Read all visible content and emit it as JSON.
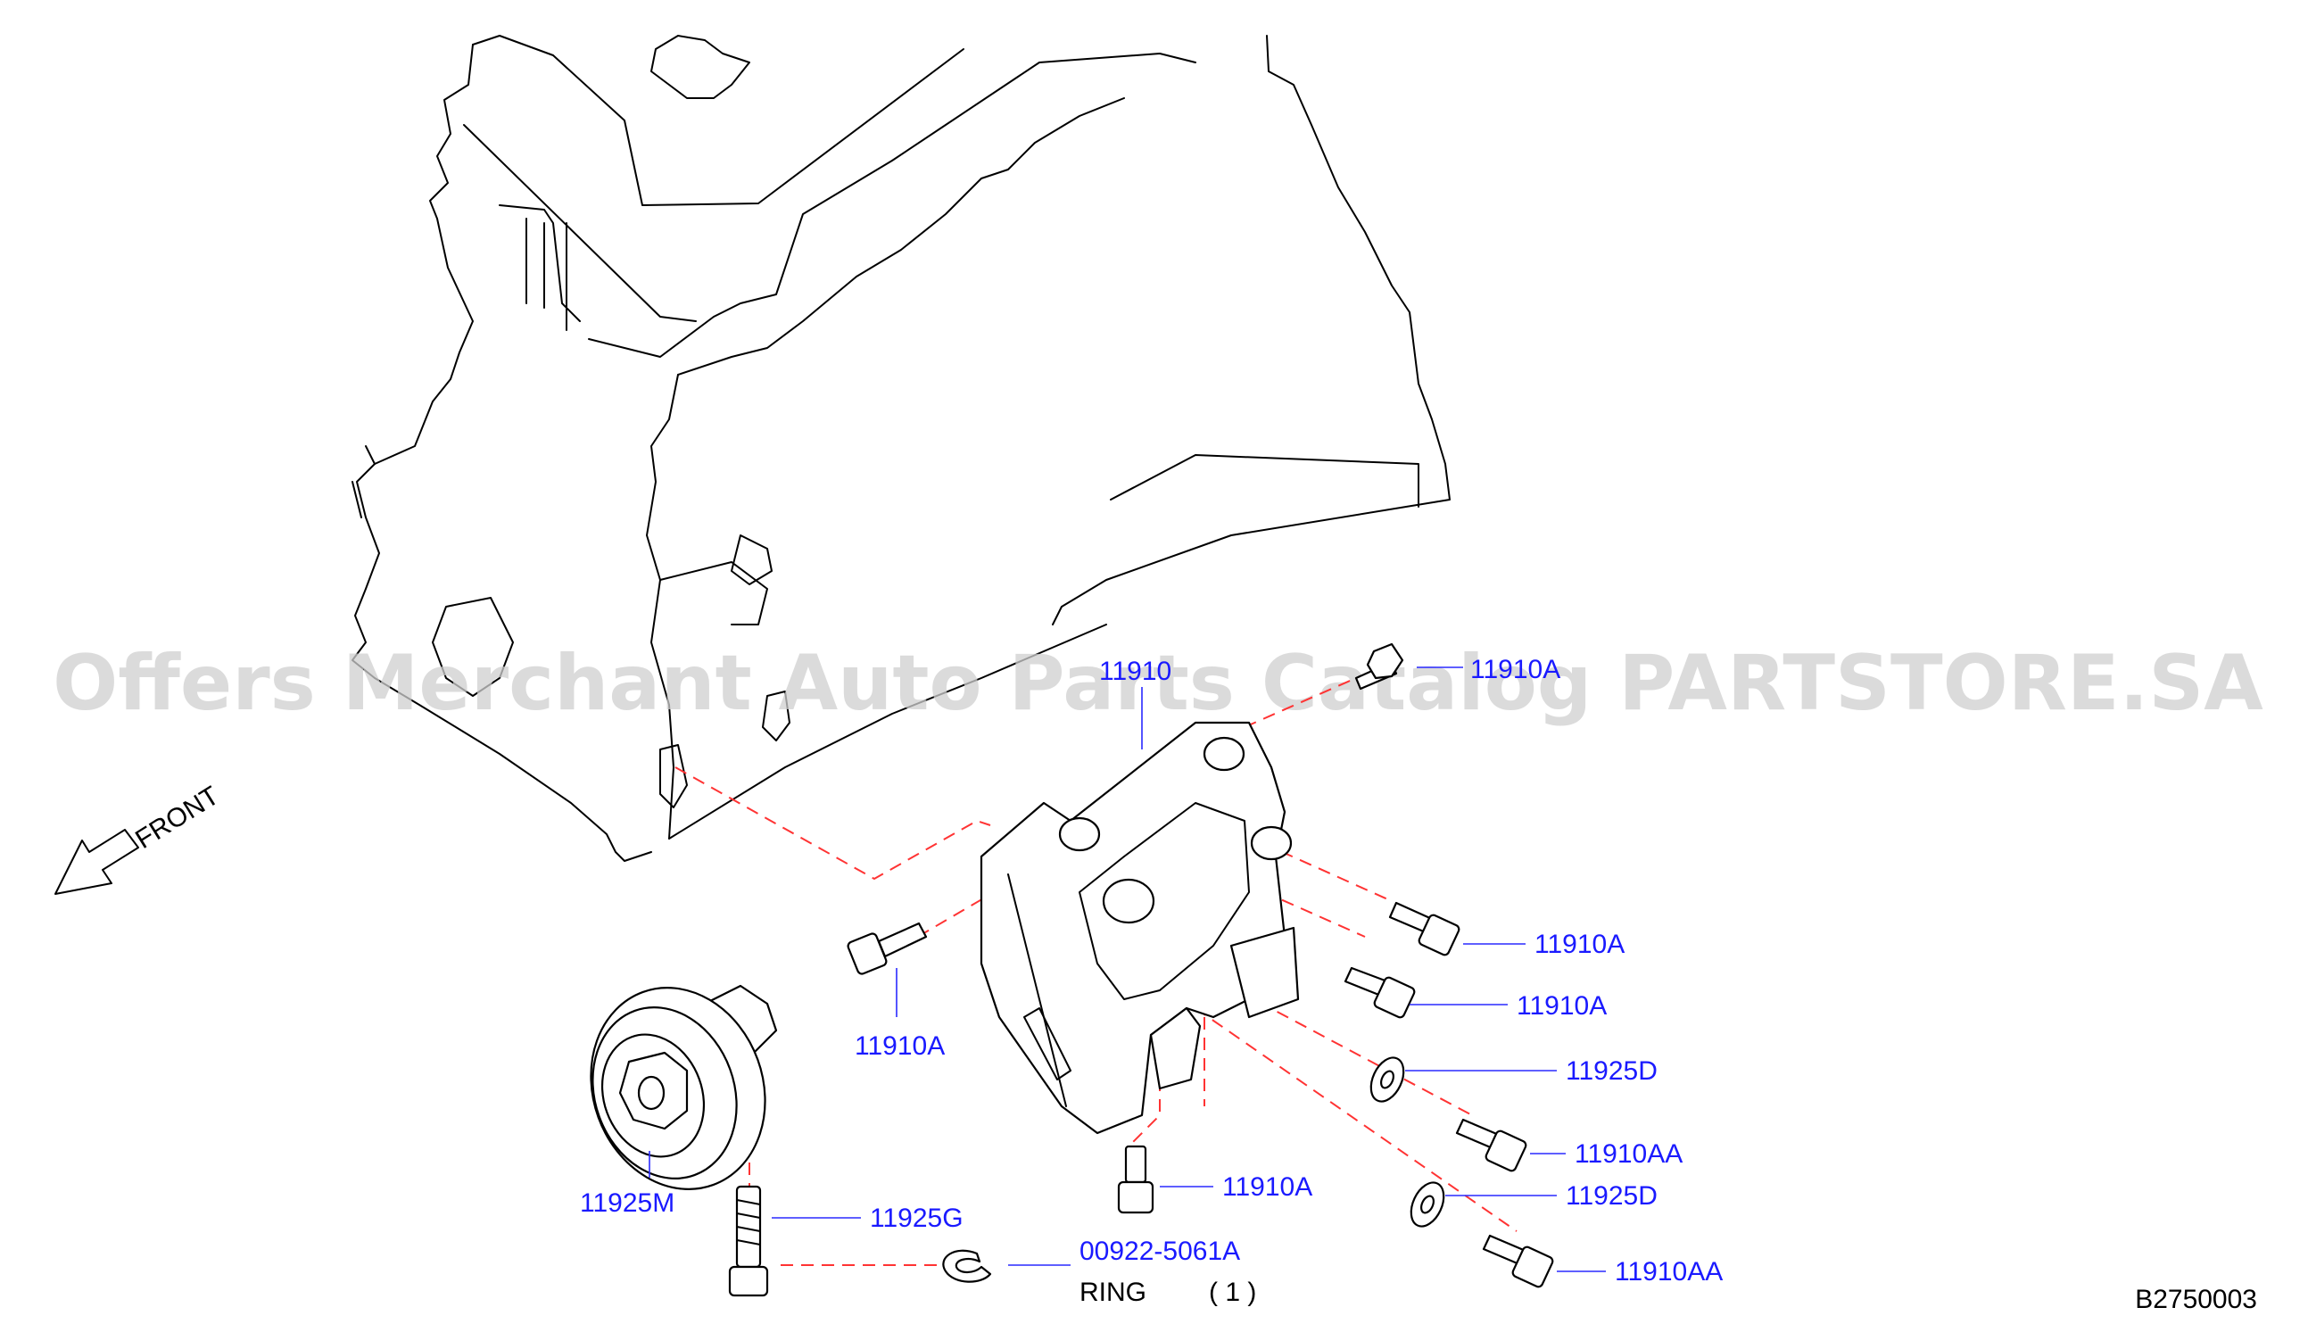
{
  "watermark": "Offers Merchant Auto Parts Catalog PARTSTORE.SA",
  "front_label": "FRONT",
  "diagram_code": "B2750003",
  "colors": {
    "part_label": "#1a1aff",
    "leader": "#2a2aff",
    "dashed_line": "#ff3333",
    "line_art": "#000000",
    "watermark": "#cfcfcf"
  },
  "callouts": {
    "bracket": "11910",
    "bolt_top": "11910A",
    "bolt_right_1": "11910A",
    "bolt_right_2": "11910A",
    "bolt_left": "11910A",
    "bolt_bottom": "11910A",
    "washer_1": "11925D",
    "washer_2": "11925D",
    "bolt_aa_1": "11910AA",
    "bolt_aa_2": "11910AA",
    "pulley": "11925M",
    "pulley_bolt": "11925G",
    "ring": "00922-5061A"
  },
  "ring_note": {
    "name": "RING",
    "qty": "( 1 )"
  }
}
